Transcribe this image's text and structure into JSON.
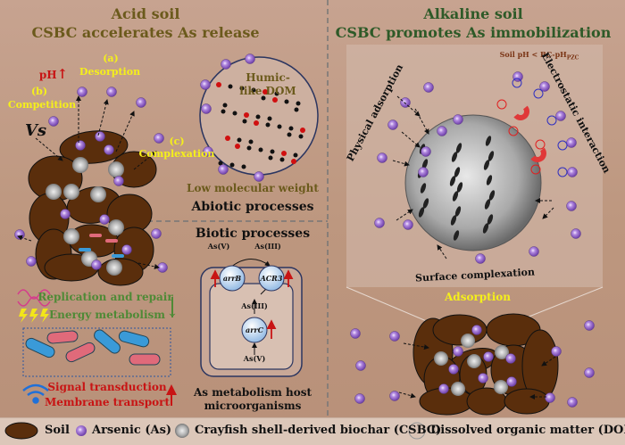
{
  "left_panel": {
    "title": "Acid soil",
    "subtitle": "CSBC accelerates As release",
    "ph_label": "pH",
    "ph_arrow": "↑",
    "mech_a_tag": "(a)",
    "mech_a": "Desorption",
    "mech_b_tag": "(b)",
    "mech_b": "Competition",
    "vs": "Vs",
    "mech_c_tag": "(c)",
    "mech_c": "Complexation",
    "humic_label": "Humic-like DOM",
    "low_mw": "Low molecular weight",
    "abiotic": "Abiotic processes",
    "biotic": "Biotic processes",
    "as_v_top": "As(V)",
    "as_iii_top": "As(III)",
    "gene_arrb": "arrB",
    "gene_acr3": "ACR3",
    "as_iii_mid": "As(III)",
    "gene_arrc": "arrC",
    "as_v_bottom": "As(V)",
    "host_line1": "As metabolism host",
    "host_line2": "microorganisms",
    "down_functions": [
      "Replication and repair",
      "Energy metabolism"
    ],
    "down_arrow": "↓",
    "up_functions": [
      "Signal transduction",
      "Membrane transport"
    ],
    "up_arrow": "↑"
  },
  "right_panel": {
    "title": "Alkaline soil",
    "subtitle": "CSBC promotes As immobilization",
    "condition": "Soil pH < BC-pH",
    "condition_sub": "PZC",
    "physical": "Physical adsorption",
    "electrostatic": "Electrostatic interaction",
    "surface": "Surface complexation",
    "adsorption": "Adsorption"
  },
  "legend": {
    "soil": "Soil",
    "arsenic": "Arsenic (As)",
    "csbc": "Crayfish shell-derived biochar (CSBC)",
    "dom": "Dissolved organic matter (DOM)"
  },
  "colors": {
    "soil": "#5a2e0c",
    "arsenic": "#9a6ad0",
    "up_regulated": "#c81414",
    "down_regulated": "#4f8a36",
    "mechanism_label": "#f5f01a"
  }
}
